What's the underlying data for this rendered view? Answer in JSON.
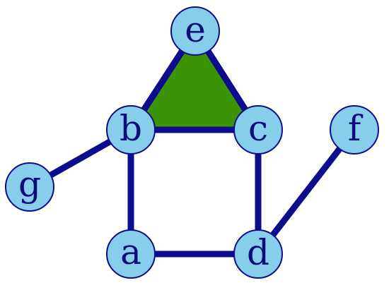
{
  "colors": {
    "edge": "#0c0c8c",
    "node_fill": "#87ceeb",
    "node_stroke": "#0c0c8c",
    "label": "#0c0c7a",
    "face_fill": "#3a9405"
  },
  "nodes": [
    {
      "id": "e",
      "label": "e"
    },
    {
      "id": "b",
      "label": "b"
    },
    {
      "id": "c",
      "label": "c"
    },
    {
      "id": "f",
      "label": "f"
    },
    {
      "id": "g",
      "label": "g"
    },
    {
      "id": "a",
      "label": "a"
    },
    {
      "id": "d",
      "label": "d"
    }
  ],
  "edges": [
    [
      "e",
      "b"
    ],
    [
      "e",
      "c"
    ],
    [
      "b",
      "c"
    ],
    [
      "b",
      "g"
    ],
    [
      "b",
      "a"
    ],
    [
      "c",
      "d"
    ],
    [
      "a",
      "d"
    ],
    [
      "d",
      "f"
    ]
  ],
  "faces": [
    [
      "e",
      "b",
      "c"
    ]
  ]
}
